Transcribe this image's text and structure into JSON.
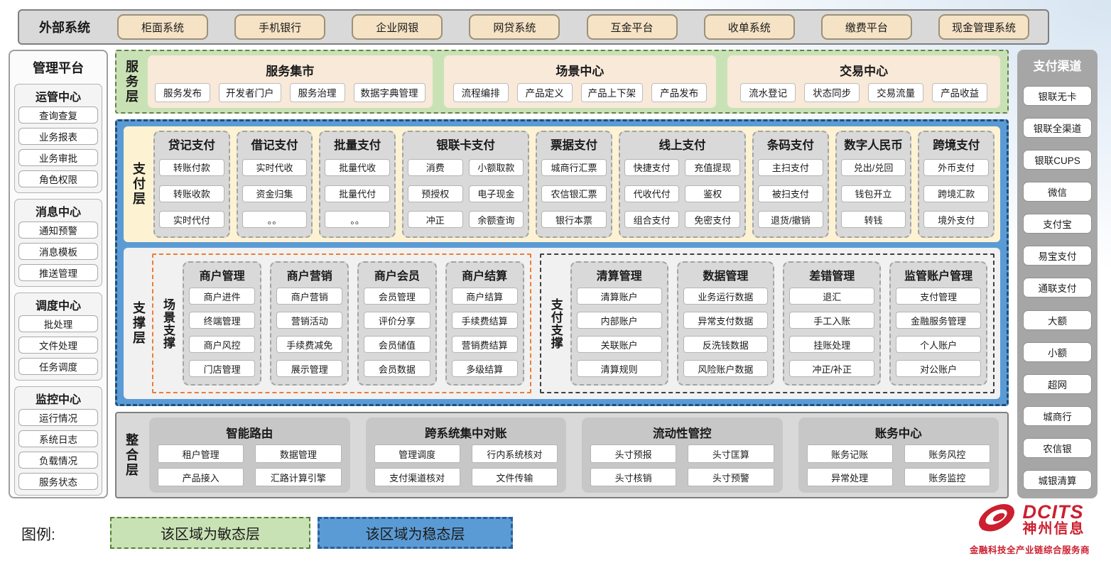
{
  "external": {
    "label": "外部系统",
    "items": [
      "柜面系统",
      "手机银行",
      "企业网银",
      "网贷系统",
      "互金平台",
      "收单系统",
      "缴费平台",
      "现金管理系统"
    ]
  },
  "management": {
    "title": "管理平台",
    "groups": [
      {
        "title": "运管中心",
        "items": [
          "查询查复",
          "业务报表",
          "业务审批",
          "角色权限"
        ]
      },
      {
        "title": "消息中心",
        "items": [
          "通知预警",
          "消息模板",
          "推送管理"
        ]
      },
      {
        "title": "调度中心",
        "items": [
          "批处理",
          "文件处理",
          "任务调度"
        ]
      },
      {
        "title": "监控中心",
        "items": [
          "运行情况",
          "系统日志",
          "负载情况",
          "服务状态"
        ]
      }
    ]
  },
  "service_layer": {
    "label": "服务层",
    "groups": [
      {
        "title": "服务集市",
        "items": [
          "服务发布",
          "开发者门户",
          "服务治理",
          "数据字典管理"
        ]
      },
      {
        "title": "场景中心",
        "items": [
          "流程编排",
          "产品定义",
          "产品上下架",
          "产品发布"
        ]
      },
      {
        "title": "交易中心",
        "items": [
          "流水登记",
          "状态同步",
          "交易流量",
          "产品收益"
        ]
      }
    ]
  },
  "payment_layer": {
    "label": "支付层",
    "columns": [
      {
        "title": "贷记支付",
        "layout": "single",
        "items": [
          "转账付款",
          "转账收款",
          "实时代付"
        ]
      },
      {
        "title": "借记支付",
        "layout": "single",
        "items": [
          "实时代收",
          "资金归集",
          "。。"
        ]
      },
      {
        "title": "批量支付",
        "layout": "single",
        "items": [
          "批量代收",
          "批量代付",
          "。。"
        ]
      },
      {
        "title": "银联卡支付",
        "layout": "double",
        "items": [
          "消费",
          "小额取款",
          "预授权",
          "电子现金",
          "冲正",
          "余额查询"
        ]
      },
      {
        "title": "票据支付",
        "layout": "single",
        "items": [
          "城商行汇票",
          "农信银汇票",
          "银行本票"
        ]
      },
      {
        "title": "线上支付",
        "layout": "double",
        "items": [
          "快捷支付",
          "充值提现",
          "代收代付",
          "鉴权",
          "组合支付",
          "免密支付"
        ]
      },
      {
        "title": "条码支付",
        "layout": "single",
        "items": [
          "主扫支付",
          "被扫支付",
          "退货/撤销"
        ]
      },
      {
        "title": "数字人民币",
        "layout": "single",
        "items": [
          "兑出/兑回",
          "钱包开立",
          "转钱"
        ]
      },
      {
        "title": "跨境支付",
        "layout": "single",
        "items": [
          "外币支付",
          "跨境汇款",
          "境外支付"
        ]
      }
    ]
  },
  "support_layer": {
    "label": "支撑层",
    "scene": {
      "label": "场景支撑",
      "columns": [
        {
          "title": "商户管理",
          "items": [
            "商户进件",
            "终端管理",
            "商户风控",
            "门店管理"
          ]
        },
        {
          "title": "商户营销",
          "items": [
            "商户营销",
            "营销活动",
            "手续费减免",
            "展示管理"
          ]
        },
        {
          "title": "商户会员",
          "items": [
            "会员管理",
            "评价分享",
            "会员储值",
            "会员数据"
          ]
        },
        {
          "title": "商户结算",
          "items": [
            "商户结算",
            "手续费结算",
            "营销费结算",
            "多级结算"
          ]
        }
      ]
    },
    "payment_support": {
      "label": "支付支撑",
      "columns": [
        {
          "title": "清算管理",
          "items": [
            "清算账户",
            "内部账户",
            "关联账户",
            "清算规则"
          ]
        },
        {
          "title": "数据管理",
          "items": [
            "业务运行数据",
            "异常支付数据",
            "反洗钱数据",
            "风险账户数据"
          ]
        },
        {
          "title": "差错管理",
          "items": [
            "退汇",
            "手工入账",
            "挂账处理",
            "冲正/补正"
          ]
        },
        {
          "title": "监管账户管理",
          "items": [
            "支付管理",
            "金融服务管理",
            "个人账户",
            "对公账户"
          ]
        }
      ]
    }
  },
  "integration_layer": {
    "label": "整合层",
    "groups": [
      {
        "title": "智能路由",
        "items": [
          "租户管理",
          "数据管理",
          "产品接入",
          "汇路计算引擎"
        ]
      },
      {
        "title": "跨系统集中对账",
        "items": [
          "管理调度",
          "行内系统核对",
          "支付渠道核对",
          "文件传输"
        ]
      },
      {
        "title": "流动性管控",
        "items": [
          "头寸预报",
          "头寸匡算",
          "头寸核销",
          "头寸预警"
        ]
      },
      {
        "title": "账务中心",
        "items": [
          "账务记账",
          "账务风控",
          "异常处理",
          "账务监控"
        ]
      }
    ]
  },
  "channels": {
    "title": "支付渠道",
    "items": [
      "银联无卡",
      "银联全渠道",
      "银联CUPS",
      "微信",
      "支付宝",
      "易宝支付",
      "通联支付",
      "大额",
      "小额",
      "超网",
      "城商行",
      "农信银",
      "城银清算"
    ]
  },
  "legend": {
    "label": "图例:",
    "agile": "该区域为敏态层",
    "stable": "该区域为稳态层"
  },
  "logo": {
    "brand": "DCITS",
    "name": "神州信息",
    "tagline": "金融科技全产业链综合服务商"
  },
  "colors": {
    "agile_green": "#c9e2b5",
    "stable_blue": "#5b9bd5",
    "wheat_node": "#f6e3c6",
    "brand_red": "#cc1f2f"
  }
}
